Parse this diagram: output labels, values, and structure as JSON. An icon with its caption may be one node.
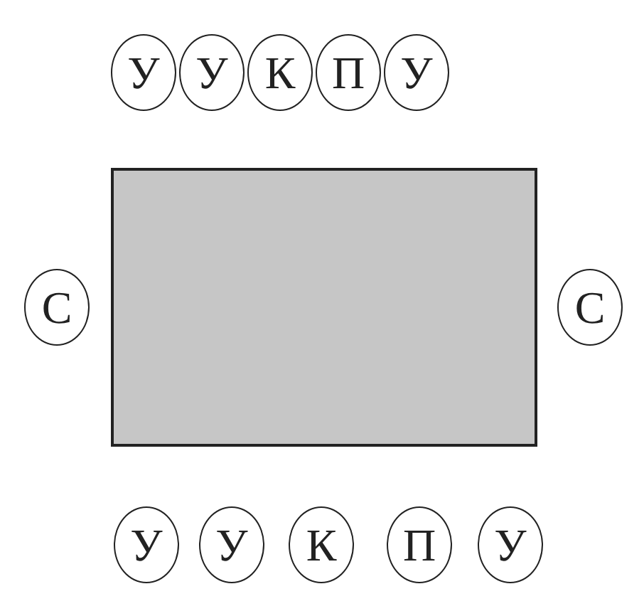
{
  "diagram": {
    "nodes": [
      {
        "text": [
          "У"
        ]
      },
      {
        "text": [
          "У"
        ]
      },
      {
        "text": [
          "К"
        ]
      },
      {
        "text": [
          "П"
        ]
      },
      {
        "text": [
          "У"
        ]
      },
      {
        "text": [
          "С"
        ]
      },
      {
        "text": [],
        "shape": "box"
      },
      {
        "text": [
          "С"
        ]
      },
      {
        "text": [
          "У"
        ]
      },
      {
        "text": [
          "У"
        ]
      },
      {
        "text": [
          "К"
        ]
      },
      {
        "text": [
          "П"
        ]
      },
      {
        "text": [
          "У"
        ]
      }
    ]
  }
}
